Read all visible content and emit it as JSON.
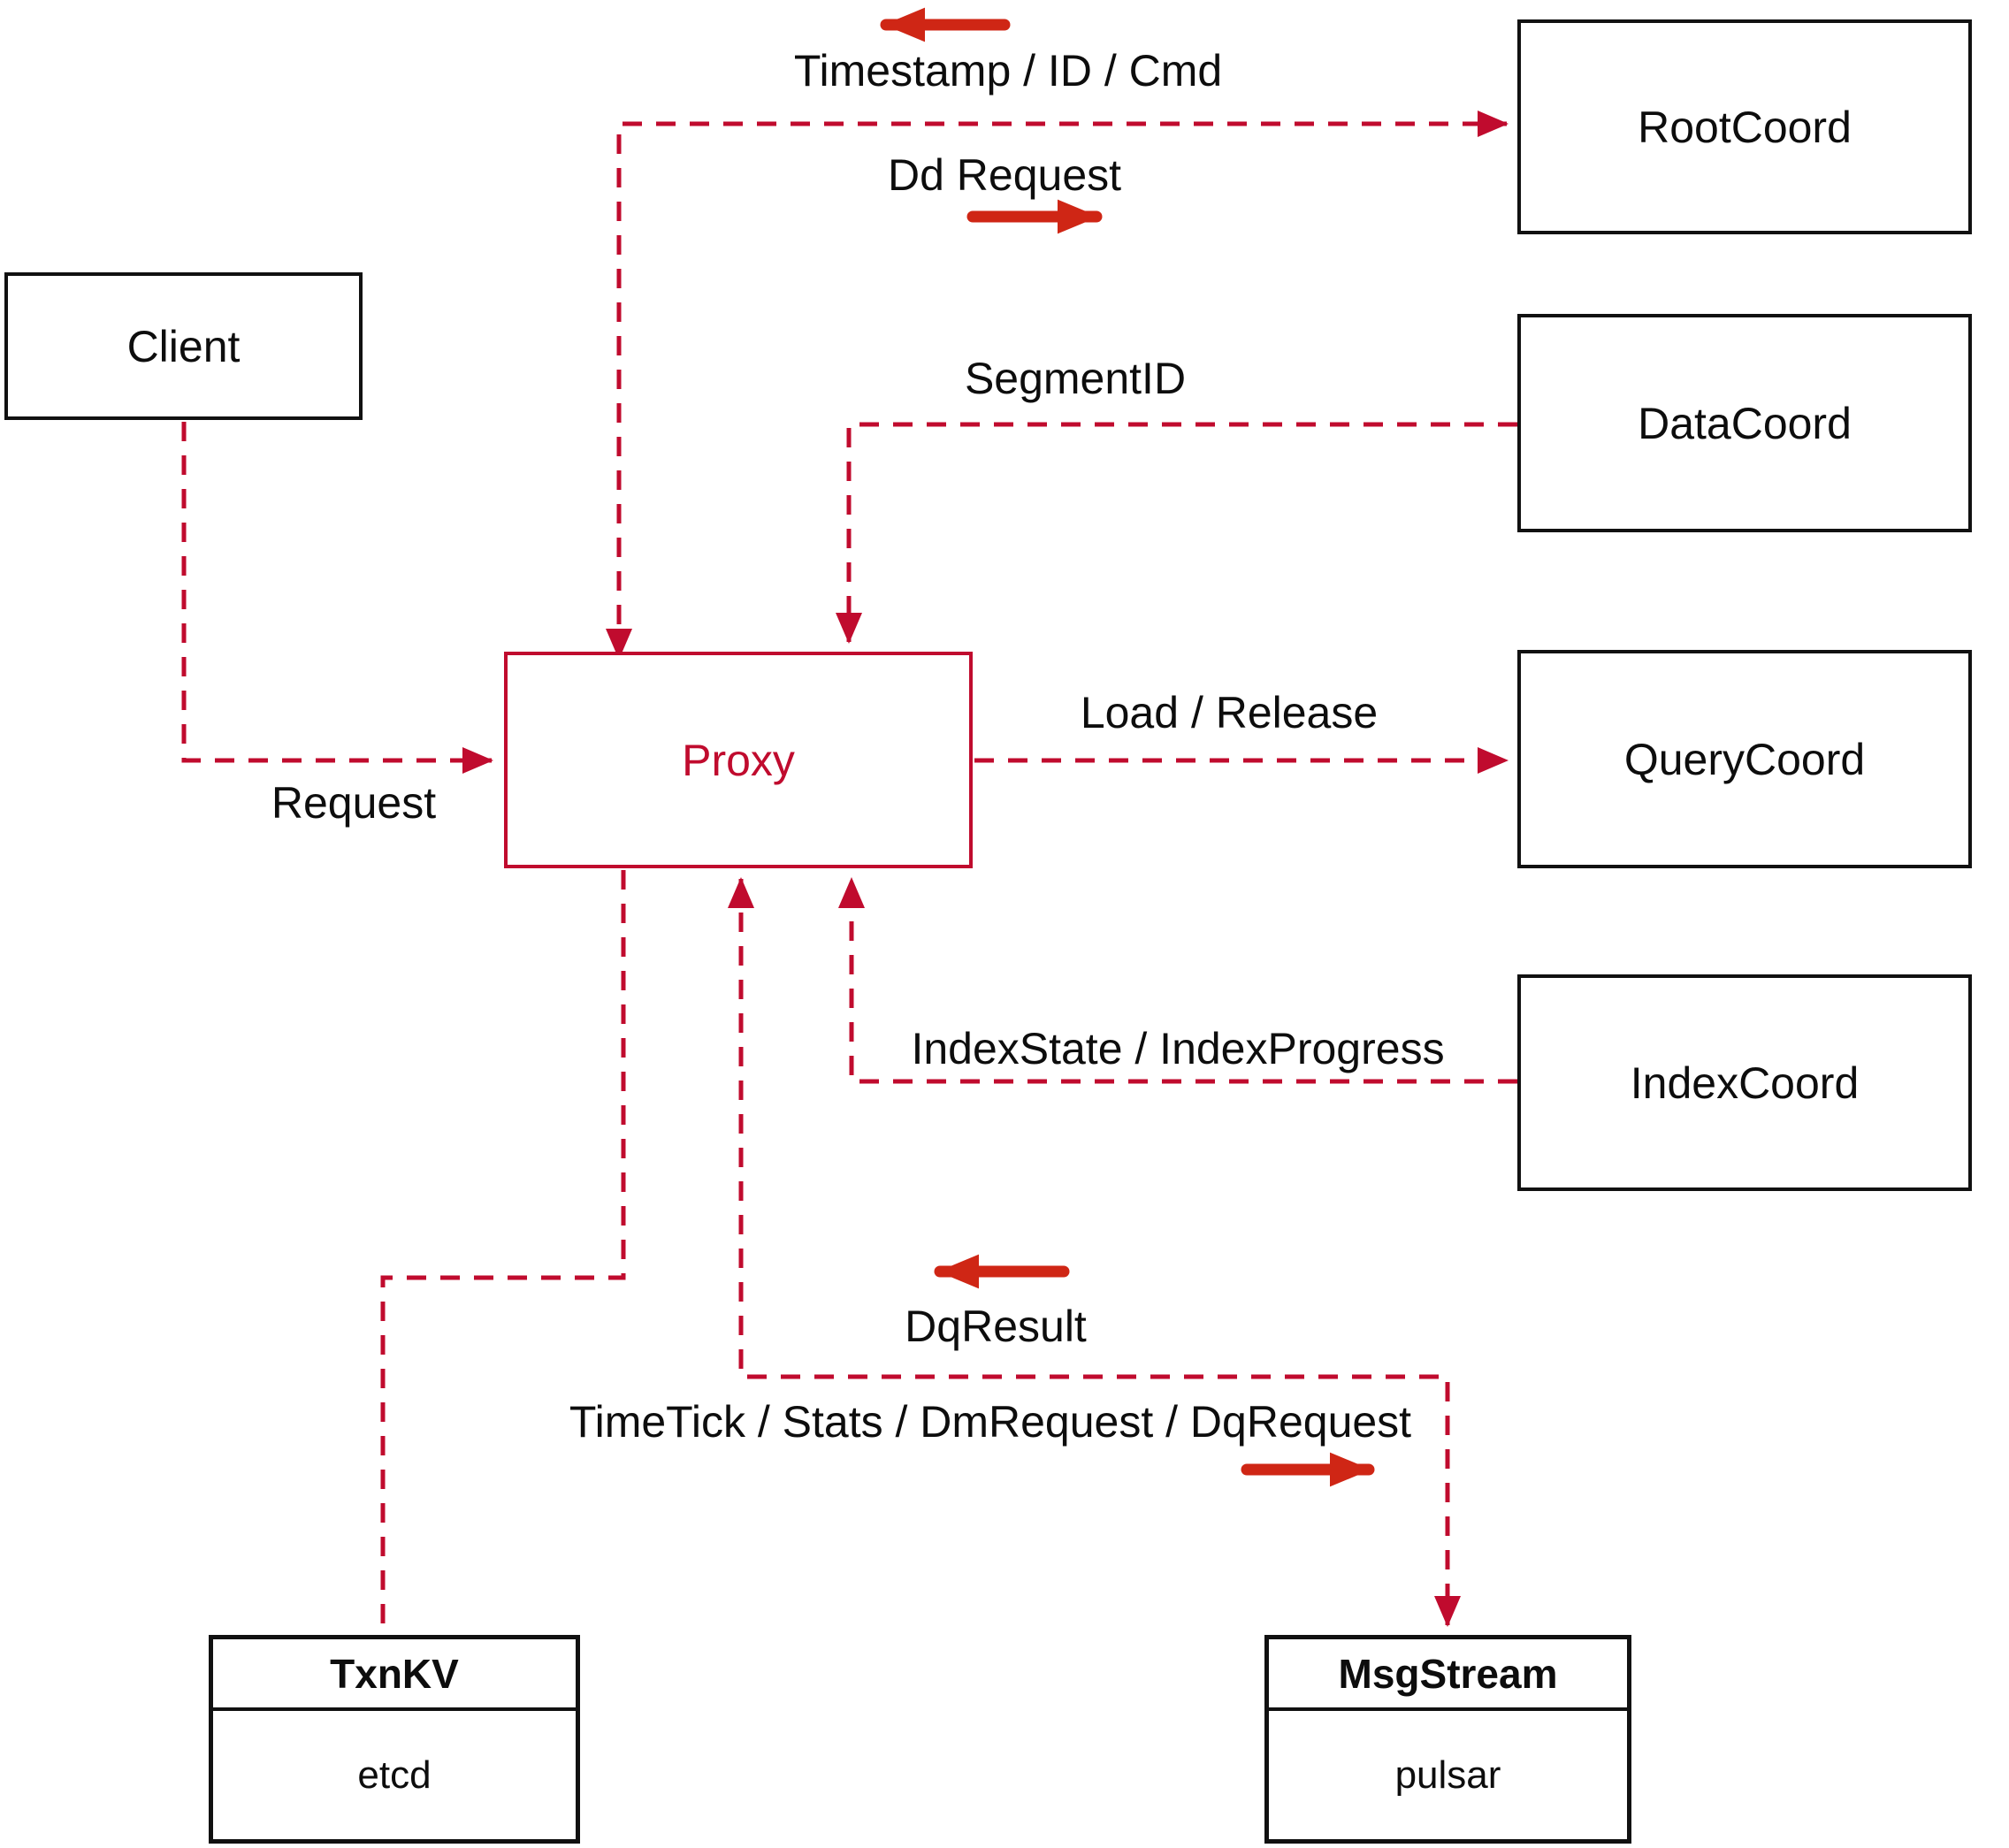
{
  "diagram": {
    "type": "architecture-diagram",
    "colors": {
      "dashed_line": "#c00b2e",
      "direction_arrow": "#cf2615",
      "box_border": "#111111",
      "text": "#0d0d0d",
      "background": "#ffffff"
    },
    "nodes": {
      "client": {
        "label": "Client"
      },
      "proxy": {
        "label": "Proxy"
      },
      "rootcoord": {
        "label": "RootCoord"
      },
      "datacoord": {
        "label": "DataCoord"
      },
      "querycoord": {
        "label": "QueryCoord"
      },
      "indexcoord": {
        "label": "IndexCoord"
      },
      "txnkv": {
        "title": "TxnKV",
        "subtitle": "etcd"
      },
      "msgstream": {
        "title": "MsgStream",
        "subtitle": "pulsar"
      }
    },
    "edge_labels": {
      "timestamp": "Timestamp / ID / Cmd",
      "dd_request": "Dd Request",
      "segment_id": "SegmentID",
      "load_release": "Load / Release",
      "index_state": "IndexState / IndexProgress",
      "request": "Request",
      "dq_result": "DqResult",
      "time_tick": "TimeTick / Stats / DmRequest / DqRequest"
    },
    "edges": [
      {
        "name": "client-to-proxy",
        "from": "client",
        "to": "proxy",
        "label_key": "request"
      },
      {
        "name": "proxy-to-rootcoord",
        "from": "proxy",
        "to": "rootcoord",
        "label_key": "dd_request",
        "reverse_label_key": "timestamp"
      },
      {
        "name": "datacoord-to-proxy",
        "from": "datacoord",
        "to": "proxy",
        "label_key": "segment_id"
      },
      {
        "name": "proxy-to-querycoord",
        "from": "proxy",
        "to": "querycoord",
        "label_key": "load_release"
      },
      {
        "name": "indexcoord-to-proxy",
        "from": "indexcoord",
        "to": "proxy",
        "label_key": "index_state"
      },
      {
        "name": "proxy-to-txnkv",
        "from": "proxy",
        "to": "txnkv"
      },
      {
        "name": "proxy-to-msgstream",
        "from": "proxy",
        "to": "msgstream",
        "label_key": "time_tick",
        "reverse_label_key": "dq_result"
      }
    ]
  }
}
